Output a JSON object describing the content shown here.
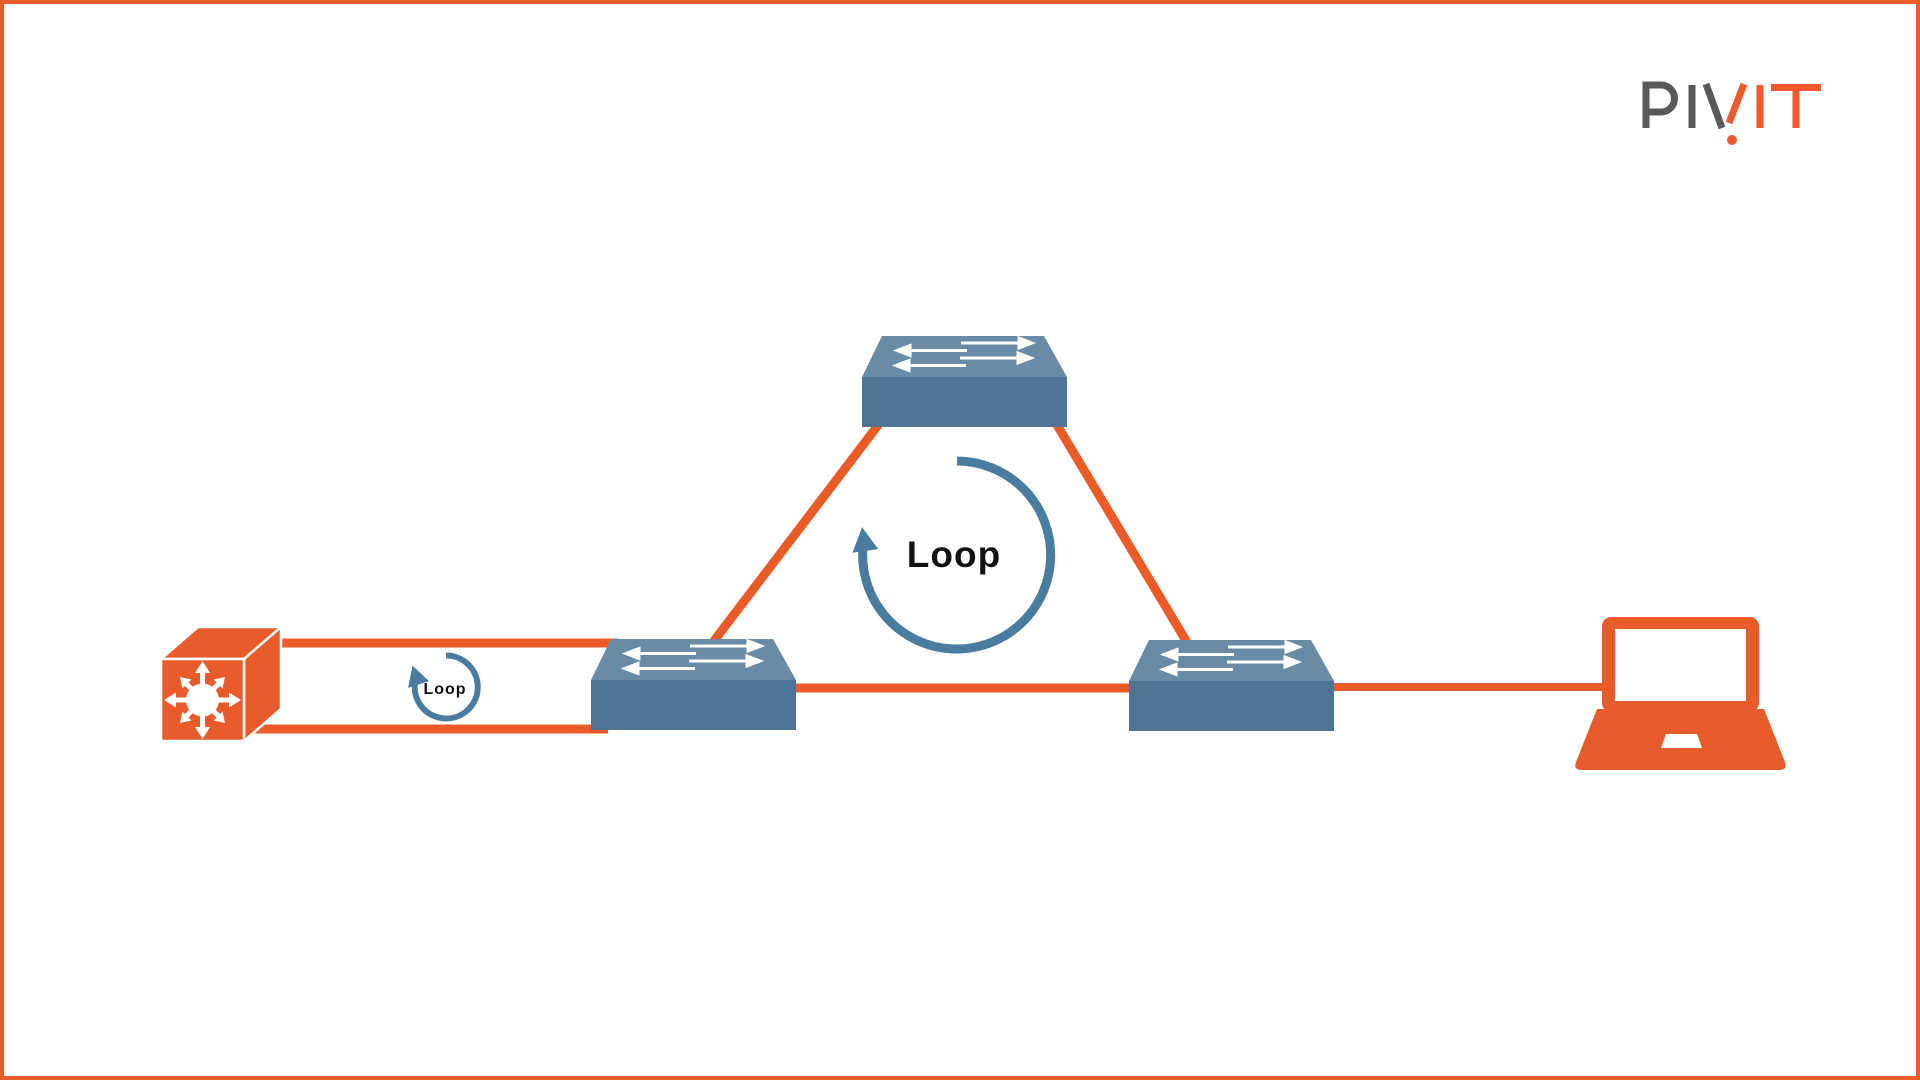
{
  "brand": {
    "name": "PIVIT",
    "gray": "#58595B",
    "orange": "#F1582C"
  },
  "labels": {
    "triangle_loop": "Loop",
    "router_link_loop": "Loop"
  },
  "colors": {
    "accent_orange": "#E85C2B",
    "link_orange": "#EB5B28",
    "switch_top_face": "#6A8BA5",
    "switch_front_face": "#4D7492",
    "loop_arrow_blue": "#4A7CA0",
    "background": "#FFFFFF",
    "label_text": "#111111"
  },
  "diagram": {
    "type": "network-topology",
    "nodes": [
      {
        "id": "router",
        "icon": "multilayer-switch-icon",
        "position": "left",
        "color": "orange"
      },
      {
        "id": "switch-top",
        "icon": "workgroup-switch-icon",
        "position": "top-center",
        "color": "steel-blue"
      },
      {
        "id": "switch-left",
        "icon": "workgroup-switch-icon",
        "position": "middle-left",
        "color": "steel-blue"
      },
      {
        "id": "switch-right",
        "icon": "workgroup-switch-icon",
        "position": "middle-right",
        "color": "steel-blue"
      },
      {
        "id": "laptop",
        "icon": "laptop-icon",
        "position": "right",
        "color": "orange"
      }
    ],
    "links": [
      {
        "from": "router",
        "to": "switch-left",
        "style": "double-parallel-link",
        "annotation": "Loop"
      },
      {
        "from": "switch-left",
        "to": "switch-top",
        "style": "single"
      },
      {
        "from": "switch-top",
        "to": "switch-right",
        "style": "single"
      },
      {
        "from": "switch-left",
        "to": "switch-right",
        "style": "single"
      },
      {
        "from": "switch-right",
        "to": "laptop",
        "style": "single"
      }
    ],
    "annotations": [
      {
        "id": "triangle-loop",
        "symbol": "circular-arrow",
        "direction": "clockwise",
        "location": "center-of-triangle"
      },
      {
        "id": "router-link-loop",
        "symbol": "circular-arrow",
        "direction": "clockwise",
        "location": "between-router-and-left-switch"
      }
    ]
  }
}
